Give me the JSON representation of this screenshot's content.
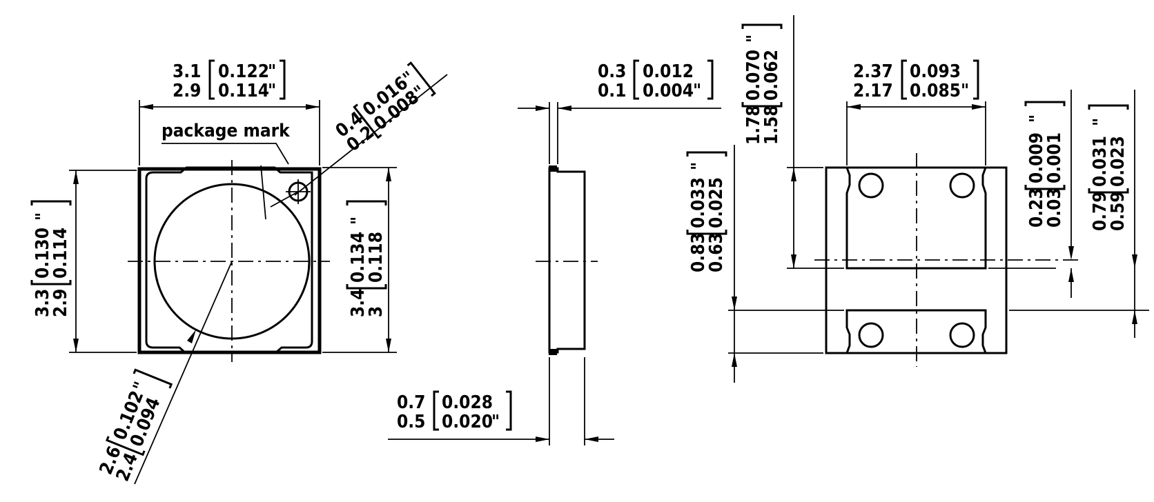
{
  "top_view": {
    "width_max": "3.1",
    "width_max_in": "0.122",
    "width_min": "2.9",
    "width_min_in": "0.114",
    "height_max": "3.3",
    "height_max_in": "0.130",
    "height_min": "2.9",
    "height_min_in": "0.114",
    "body_max": "3.4",
    "body_max_in": "0.134",
    "body_min": "3",
    "body_min_in": "0.118",
    "marker_max": "0.4",
    "marker_max_in": "0.016",
    "marker_min": "0.2",
    "marker_min_in": "0.008",
    "lens_max": "2.6",
    "lens_max_in": "0.102",
    "lens_min": "2.4",
    "lens_min_in": "0.094",
    "package_mark_label": "package mark",
    "inch": "\""
  },
  "side_view": {
    "lead_max": "0.3",
    "lead_max_in": "0.012",
    "lead_min": "0.1",
    "lead_min_in": "0.004",
    "thick_max": "0.7",
    "thick_max_in": "0.028",
    "thick_min": "0.5",
    "thick_min_in": "0.020",
    "inch": "\""
  },
  "bottom_view": {
    "pad_w_max": "2.37",
    "pad_w_max_in": "0.093",
    "pad_w_min": "2.17",
    "pad_w_min_in": "0.085",
    "pad_h_max": "1.78",
    "pad_h_max_in": "0.070",
    "pad_h_min": "1.58",
    "pad_h_min_in": "0.062",
    "pad2_max": "0.83",
    "pad2_max_in": "0.033",
    "pad2_min": "0.63",
    "pad2_min_in": "0.025",
    "gap_max": "0.23",
    "gap_max_in": "0.009",
    "gap_min": "0.03",
    "gap_min_in": "0.001",
    "off_max": "0.79",
    "off_max_in": "0.031",
    "off_min": "0.59",
    "off_min_in": "0.023",
    "inch": "\""
  }
}
